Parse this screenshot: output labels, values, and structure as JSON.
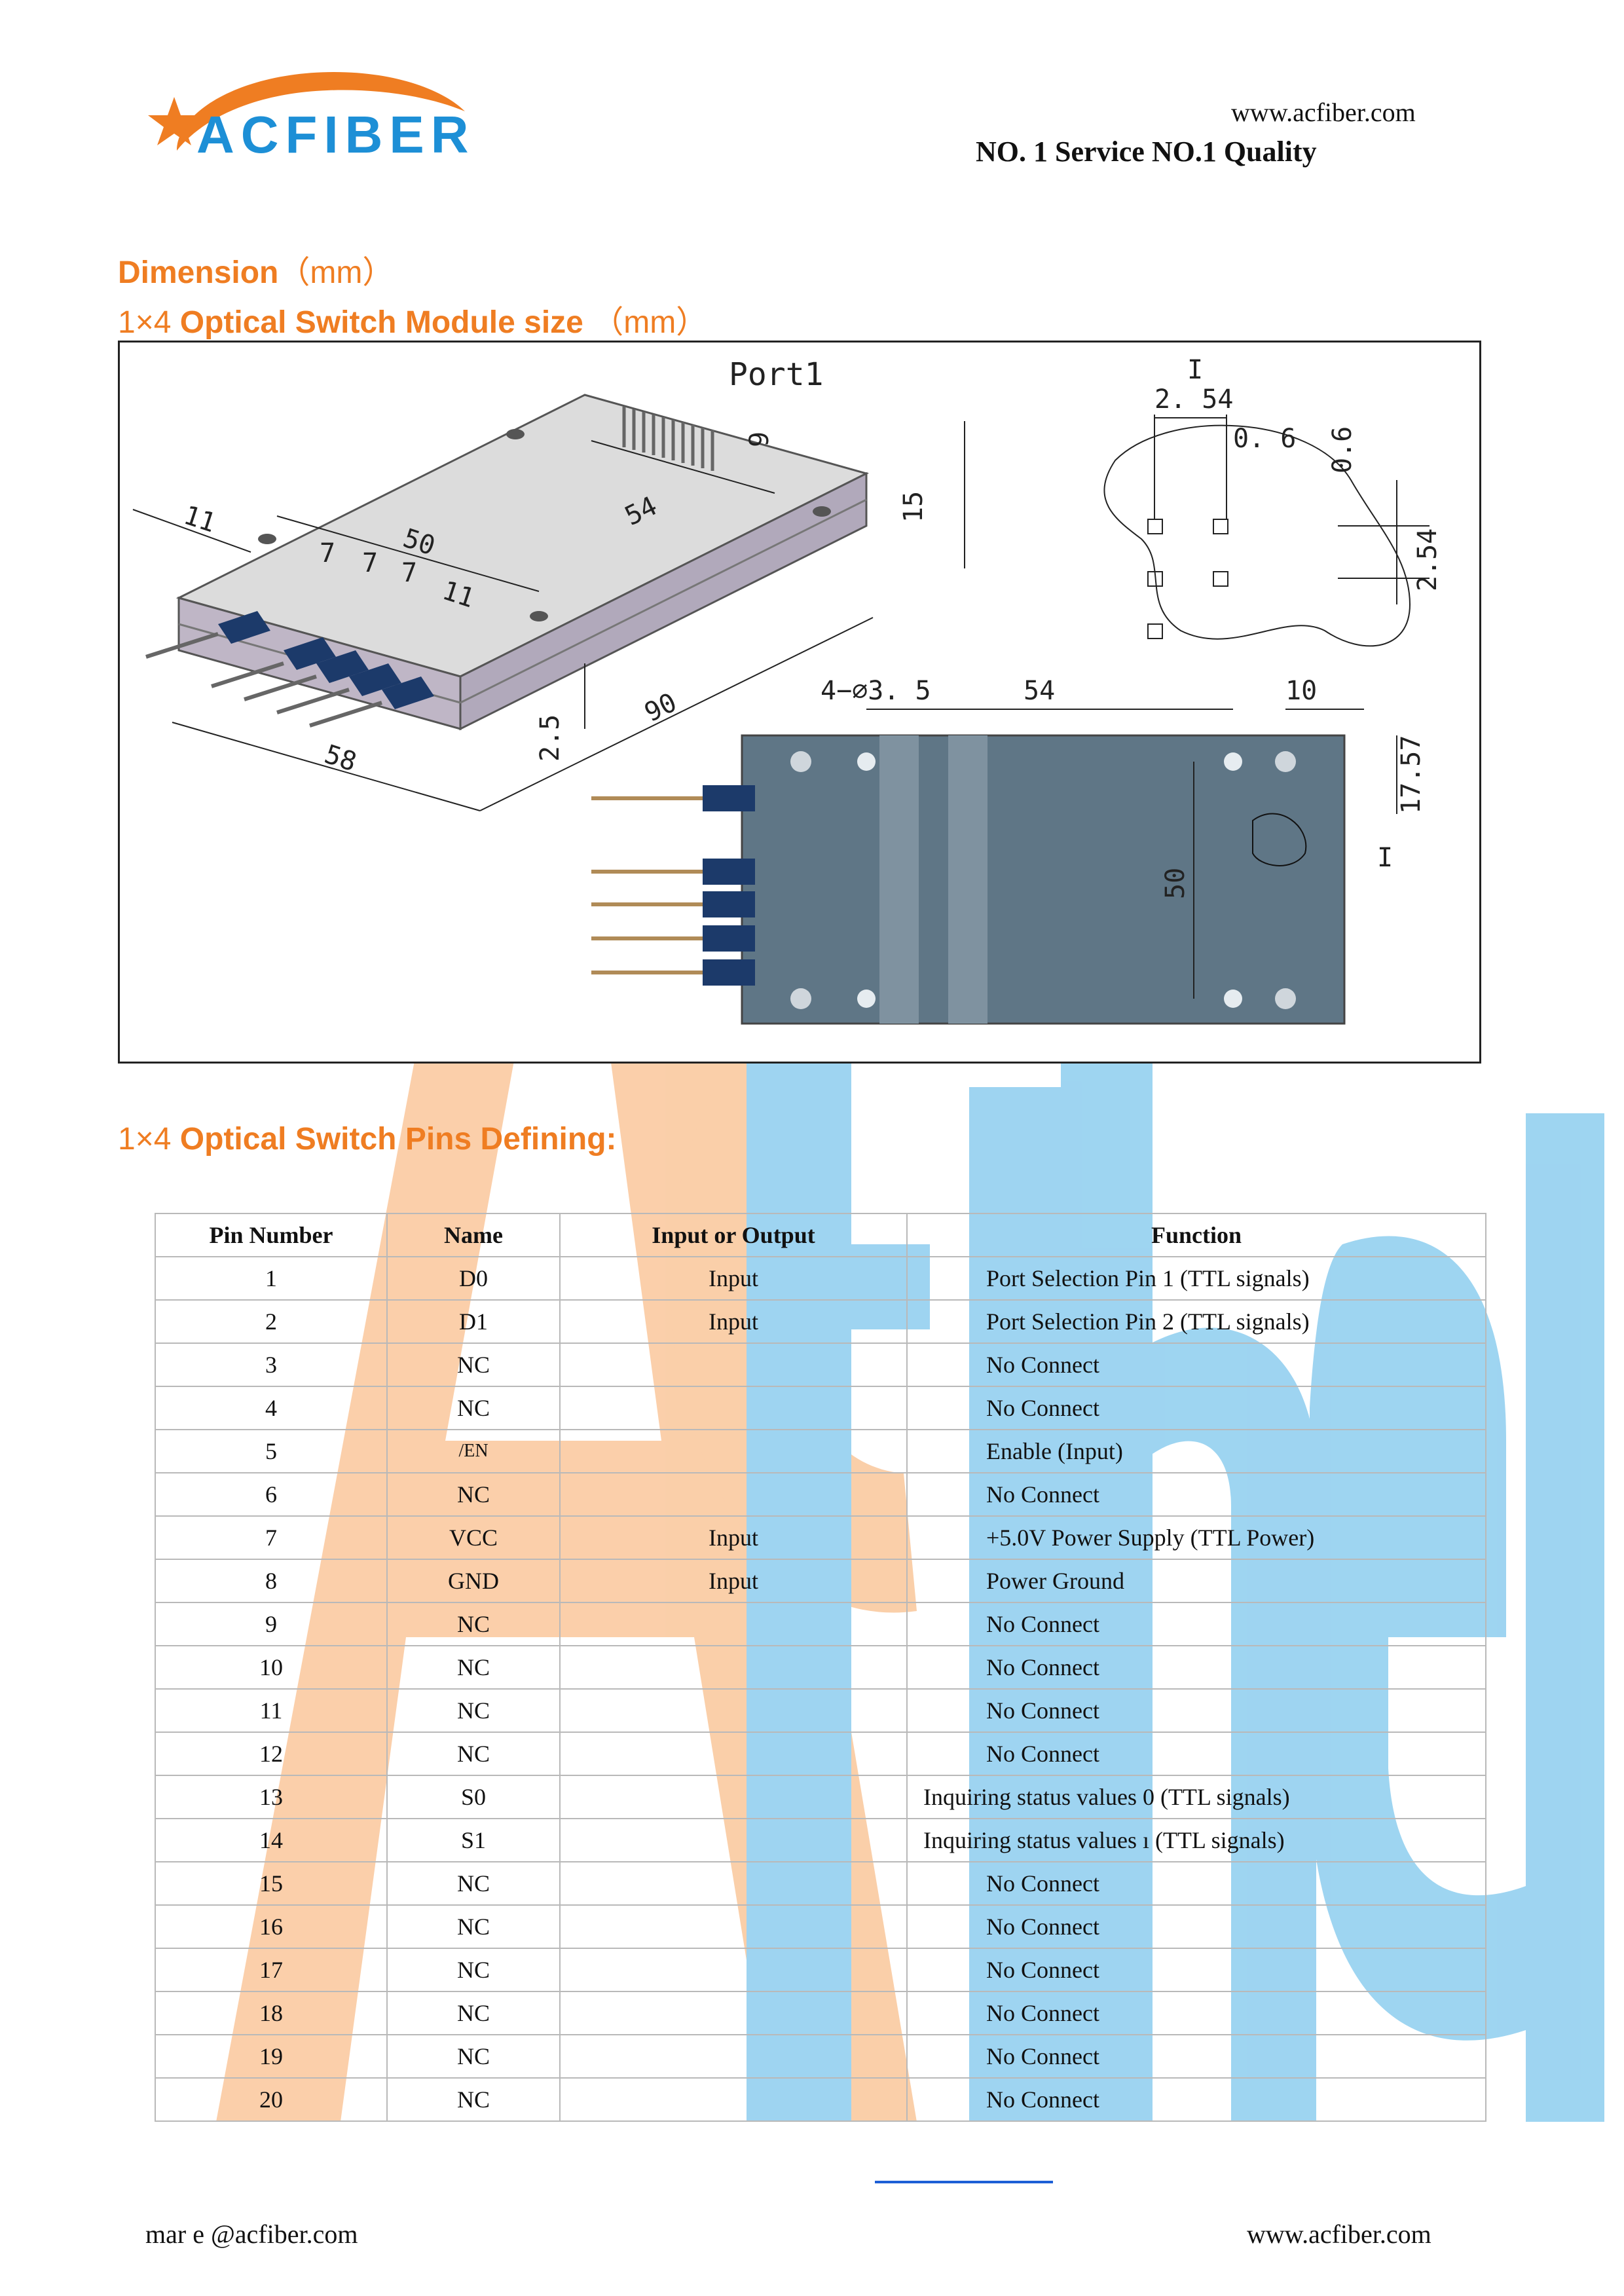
{
  "header": {
    "logo_text": "ACFIBER",
    "website": "www.acfiber.com",
    "slogan": "NO. 1 Service  NO.1 Quality"
  },
  "section1": {
    "title_prefix": "Dimension",
    "title_unit": "（mm）",
    "subtitle_prefix": "1×4",
    "subtitle_main": "Optical Switch Module size",
    "subtitle_unit": "（mm）"
  },
  "figure": {
    "labels": {
      "port": "Port1",
      "d11a": "11",
      "d50": "50",
      "d54a": "54",
      "d7a": "7",
      "d7b": "7",
      "d7c": "7",
      "d11b": "11",
      "d9": "9",
      "d15": "15",
      "d25": "2.5",
      "d90": "90",
      "d58": "58",
      "detail_i": "I",
      "d254a": "2. 54",
      "d06a": "0. 6",
      "d06b": "0.6",
      "d254b": "2.54",
      "holes": "4−∅3. 5",
      "d54b": "54",
      "d10": "10",
      "d1757": "17.57",
      "d50b": "50",
      "detail_i2": "I"
    }
  },
  "section2": {
    "prefix": "1×4",
    "title": "Optical Switch Pins Defining:"
  },
  "table": {
    "headers": [
      "Pin Number",
      "Name",
      "Input or Output",
      "Function"
    ],
    "rows": [
      [
        "1",
        "D0",
        "Input",
        "Port Selection Pin 1 (TTL signals)"
      ],
      [
        "2",
        "D1",
        "Input",
        "Port Selection Pin 2 (TTL signals)"
      ],
      [
        "3",
        "NC",
        "",
        "No Connect"
      ],
      [
        "4",
        "NC",
        "",
        "No Connect"
      ],
      [
        "5",
        "/EN",
        "",
        "Enable (Input)"
      ],
      [
        "6",
        "NC",
        "",
        "No Connect"
      ],
      [
        "7",
        "VCC",
        "Input",
        "+5.0V Power Supply (TTL Power)"
      ],
      [
        "8",
        "GND",
        "Input",
        "Power Ground"
      ],
      [
        "9",
        "NC",
        "",
        "No Connect"
      ],
      [
        "10",
        "NC",
        "",
        "No Connect"
      ],
      [
        "11",
        "NC",
        "",
        "No Connect"
      ],
      [
        "12",
        "NC",
        "",
        "No Connect"
      ],
      [
        "13",
        "S0",
        "",
        "Inquiring status values 0 (TTL signals)"
      ],
      [
        "14",
        "S1",
        "",
        "Inquiring status values ı (TTL signals)"
      ],
      [
        "15",
        "NC",
        "",
        "No Connect"
      ],
      [
        "16",
        "NC",
        "",
        "No Connect"
      ],
      [
        "17",
        "NC",
        "",
        "No Connect"
      ],
      [
        "18",
        "NC",
        "",
        "No Connect"
      ],
      [
        "19",
        "NC",
        "",
        "No Connect"
      ],
      [
        "20",
        "NC",
        "",
        "No Connect"
      ]
    ]
  },
  "footer": {
    "email": "mar  e @acfiber.com",
    "website": "www.acfiber.com"
  },
  "colors": {
    "brand_orange": "#ef7d22",
    "brand_blue": "#1d8fd6",
    "watermark_orange": "#f7a864",
    "watermark_blue": "#4fb2e6"
  }
}
